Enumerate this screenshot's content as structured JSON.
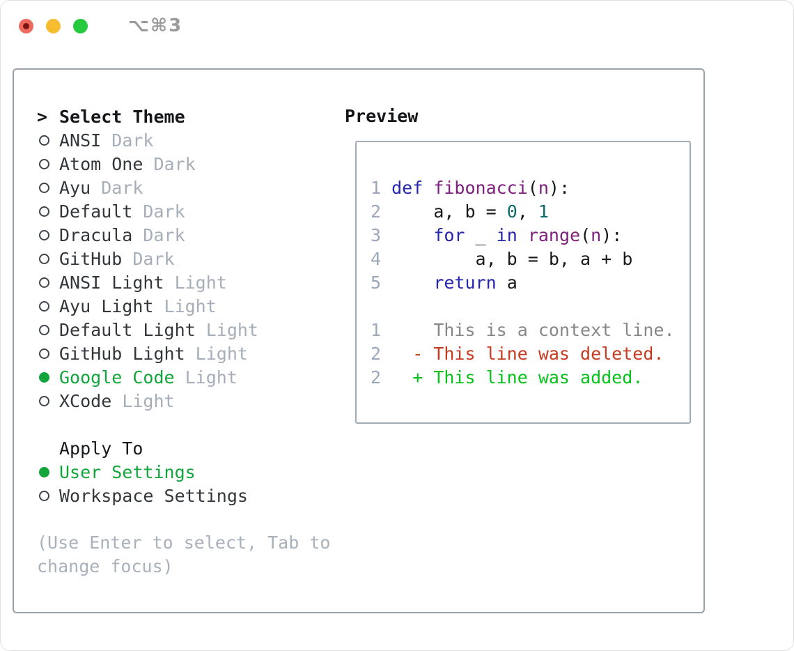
{
  "titlebar": {
    "title": "⌥⌘3"
  },
  "left": {
    "header_marker": ">",
    "header": "Select Theme",
    "themes": [
      {
        "name": "ANSI",
        "variant": "Dark",
        "selected": false
      },
      {
        "name": "Atom One",
        "variant": "Dark",
        "selected": false
      },
      {
        "name": "Ayu",
        "variant": "Dark",
        "selected": false
      },
      {
        "name": "Default",
        "variant": "Dark",
        "selected": false
      },
      {
        "name": "Dracula",
        "variant": "Dark",
        "selected": false
      },
      {
        "name": "GitHub",
        "variant": "Dark",
        "selected": false
      },
      {
        "name": "ANSI Light",
        "variant": "Light",
        "selected": false
      },
      {
        "name": "Ayu Light",
        "variant": "Light",
        "selected": false
      },
      {
        "name": "Default Light",
        "variant": "Light",
        "selected": false
      },
      {
        "name": "GitHub Light",
        "variant": "Light",
        "selected": false
      },
      {
        "name": "Google Code",
        "variant": "Light",
        "selected": true
      },
      {
        "name": "XCode",
        "variant": "Light",
        "selected": false
      }
    ],
    "apply_to": {
      "title": "Apply To",
      "options": [
        {
          "label": "User Settings",
          "selected": true
        },
        {
          "label": "Workspace Settings",
          "selected": false
        }
      ]
    },
    "hint": "(Use Enter to select, Tab to change focus)"
  },
  "preview": {
    "title": "Preview",
    "lines": [
      [
        {
          "t": "1 ",
          "c": "ln"
        },
        {
          "t": "def ",
          "c": "kw"
        },
        {
          "t": "fibonacci",
          "c": "fn"
        },
        {
          "t": "(",
          "c": "pl"
        },
        {
          "t": "n",
          "c": "fn"
        },
        {
          "t": "):",
          "c": "pl"
        }
      ],
      [
        {
          "t": "2 ",
          "c": "ln"
        },
        {
          "t": "    a, b = ",
          "c": "pl"
        },
        {
          "t": "0",
          "c": "num"
        },
        {
          "t": ", ",
          "c": "pl"
        },
        {
          "t": "1",
          "c": "num"
        }
      ],
      [
        {
          "t": "3 ",
          "c": "ln"
        },
        {
          "t": "    ",
          "c": "pl"
        },
        {
          "t": "for",
          "c": "kw"
        },
        {
          "t": " _ ",
          "c": "pl"
        },
        {
          "t": "in",
          "c": "kw"
        },
        {
          "t": " ",
          "c": "pl"
        },
        {
          "t": "range",
          "c": "fn"
        },
        {
          "t": "(",
          "c": "pl"
        },
        {
          "t": "n",
          "c": "fn"
        },
        {
          "t": "):",
          "c": "pl"
        }
      ],
      [
        {
          "t": "4 ",
          "c": "ln"
        },
        {
          "t": "        a, b = b, a + b",
          "c": "pl"
        }
      ],
      [
        {
          "t": "5 ",
          "c": "ln"
        },
        {
          "t": "    ",
          "c": "pl"
        },
        {
          "t": "return",
          "c": "kw"
        },
        {
          "t": " a",
          "c": "pl"
        }
      ],
      [],
      [
        {
          "t": "1 ",
          "c": "ln"
        },
        {
          "t": "    This is a context line.",
          "c": "ctx"
        }
      ],
      [
        {
          "t": "2 ",
          "c": "ln"
        },
        {
          "t": "  - This line was deleted.",
          "c": "del"
        }
      ],
      [
        {
          "t": "2 ",
          "c": "ln"
        },
        {
          "t": "  + This line was added.",
          "c": "add"
        }
      ]
    ]
  },
  "colors": {
    "accent_green": "#12a53c",
    "added_green": "#06c21a",
    "deleted_red": "#c63a20",
    "context_gray": "#85878a",
    "keyword_blue": "#2626ad",
    "function_purple": "#7d207d",
    "number_teal": "#0d6b6b",
    "line_number_gray": "#9ca8ba",
    "muted_gray": "#a6aeb9",
    "traffic_red": "#ee6a5f",
    "traffic_yellow": "#f5bd2f",
    "traffic_green": "#27c93f"
  }
}
